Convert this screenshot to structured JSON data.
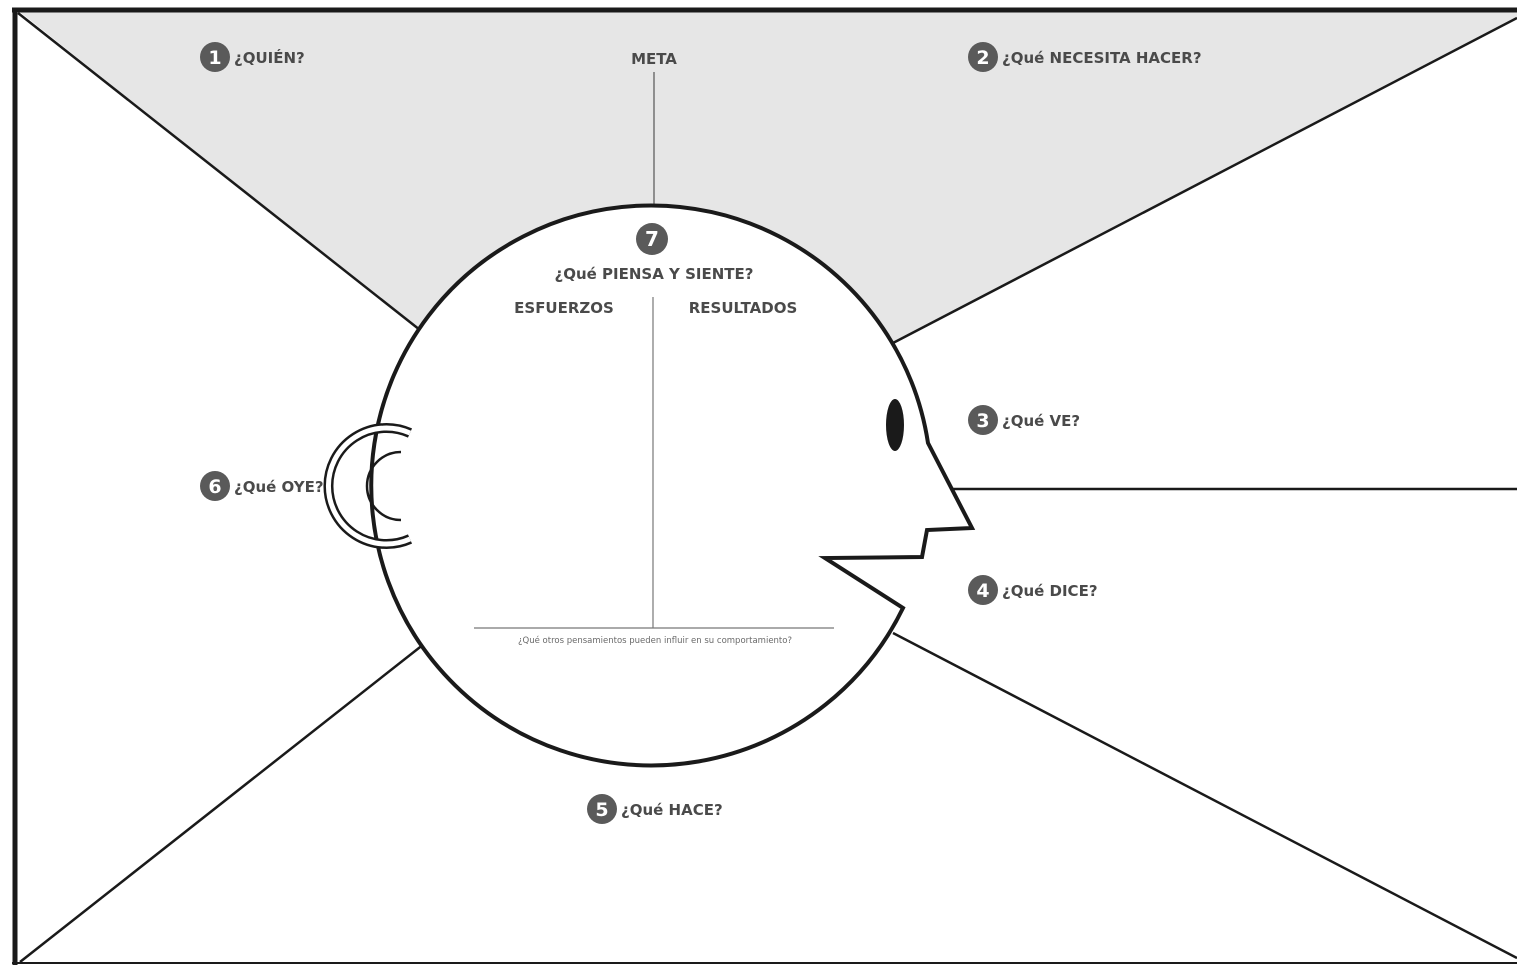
{
  "canvas": {
    "goal_label": "META",
    "sections": [
      {
        "number": "1",
        "label": "¿QUIÉN?"
      },
      {
        "number": "2",
        "label": "¿Qué NECESITA HACER?"
      },
      {
        "number": "3",
        "label": "¿Qué VE?"
      },
      {
        "number": "4",
        "label": "¿Qué DICE?"
      },
      {
        "number": "5",
        "label": "¿Qué HACE?"
      },
      {
        "number": "6",
        "label": "¿Qué OYE?"
      },
      {
        "number": "7",
        "label": "¿Qué PIENSA Y SIENTE?"
      }
    ],
    "head": {
      "left_column": "ESFUERZOS",
      "right_column": "RESULTADOS",
      "footer_question": "¿Qué otros pensamientos pueden influir en su comportamiento?"
    }
  },
  "colors": {
    "top_region_fill": "#e6e6e6",
    "line": "#1a1a1a",
    "badge": "#5a5a5a",
    "text": "#4a4a4a"
  }
}
